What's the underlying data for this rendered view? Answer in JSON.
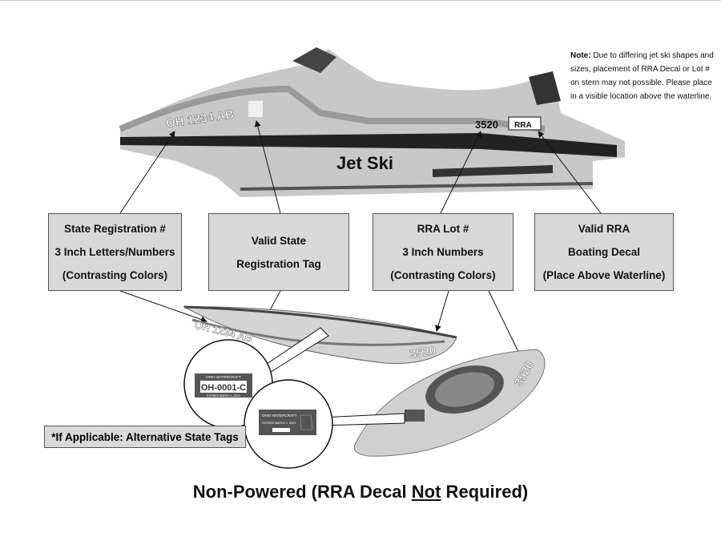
{
  "note": {
    "bold": "Note:",
    "text": " Due to differing jet ski shapes and sizes, placement of RRA Decal or Lot # on stern may not possible. Please place in a visible location above the waterline."
  },
  "jet_ski": {
    "label": "Jet Ski",
    "registration": "OH 1234 AB",
    "lot": "3520",
    "decal": "RRA"
  },
  "boxes": [
    {
      "line1": "State Registration #",
      "line2": "3 Inch Letters/Numbers",
      "line3": "(Contrasting Colors)"
    },
    {
      "line1": "Valid State",
      "line2": "Registration Tag"
    },
    {
      "line1": "RRA Lot #",
      "line2": "3 Inch Numbers",
      "line3": "(Contrasting Colors)"
    },
    {
      "line1": "Valid RRA",
      "line2": "Boating Decal",
      "line3": "(Place Above Waterline)"
    }
  ],
  "canoe": {
    "registration": "OH 1234 AB",
    "lot": "3520"
  },
  "kayak": {
    "lot": "3520"
  },
  "tags": {
    "tag1_header": "OHIO WATERCRAFT",
    "tag1_number": "OH-0001-C",
    "tag1_footer": "EXPIRES MARCH 1, 20XX",
    "tag2_header": "OHIO WATERCRAFT",
    "tag2_footer": "EXPIRES MARCH 1, 20XX"
  },
  "alt_tags_label": "*If Applicable: Alternative State Tags",
  "footer": {
    "prefix": "Non-Powered (RRA Decal ",
    "underlined": "Not",
    "suffix": " Required)"
  }
}
